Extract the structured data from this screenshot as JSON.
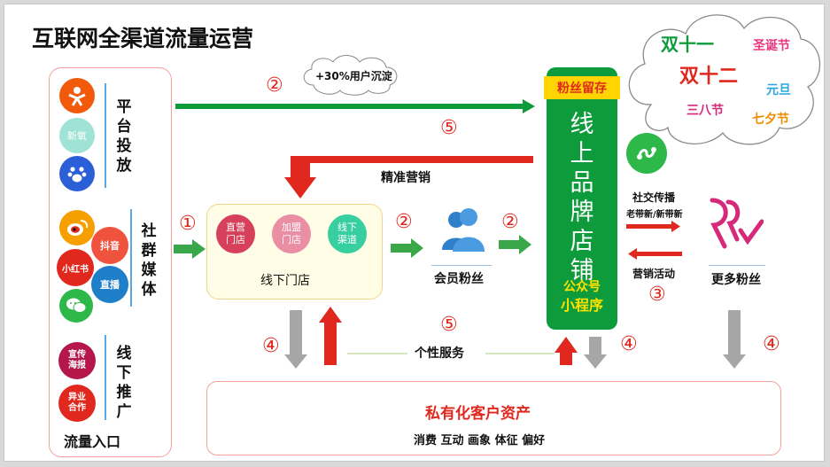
{
  "title": "互联网全渠道流量运营",
  "entry": {
    "footer": "流量入口",
    "platform": {
      "label": "平台投放",
      "items": [
        "新氧"
      ]
    },
    "social": {
      "label": "社群媒体",
      "items": [
        "抖音",
        "小红书",
        "直播"
      ]
    },
    "offline": {
      "label": "线下推广",
      "items": [
        "宣传海报",
        "异业合作"
      ]
    }
  },
  "stores": {
    "items": [
      "直营门店",
      "加盟门店",
      "线下渠道"
    ],
    "label": "线下门店"
  },
  "member": {
    "label": "会员粉丝"
  },
  "online": {
    "tag": "粉丝留存",
    "body": "线上品牌店铺",
    "sub1": "公众号",
    "sub2": "小程序"
  },
  "social_spread": {
    "label": "社交传播",
    "sub": "老带新/新带新"
  },
  "marketing_act": "营销活动",
  "more_fans": "更多粉丝",
  "precision": "精准营销",
  "retention_note": "+30%用户沉淀",
  "personal_service": "个性服务",
  "private": {
    "title": "私有化客户资产",
    "sub": "消费 互动 画象 体征 偏好"
  },
  "festivals": [
    "双十一",
    "圣诞节",
    "双十二",
    "元旦",
    "三八节",
    "七夕节"
  ],
  "numbers": {
    "n1": "①",
    "n2": "②",
    "n3": "③",
    "n4": "④",
    "n5": "⑤"
  },
  "colors": {
    "green": "#0d9b3c",
    "red": "#e0281e",
    "orange": "#f08c00",
    "gray": "#a6a6a6",
    "pink_border": "#f4a19a"
  },
  "icons": [
    "eye-person-icon",
    "paw-icon",
    "weibo-icon",
    "wechat-icon",
    "member-group-icon",
    "mini-program-icon",
    "fans-check-icon"
  ]
}
